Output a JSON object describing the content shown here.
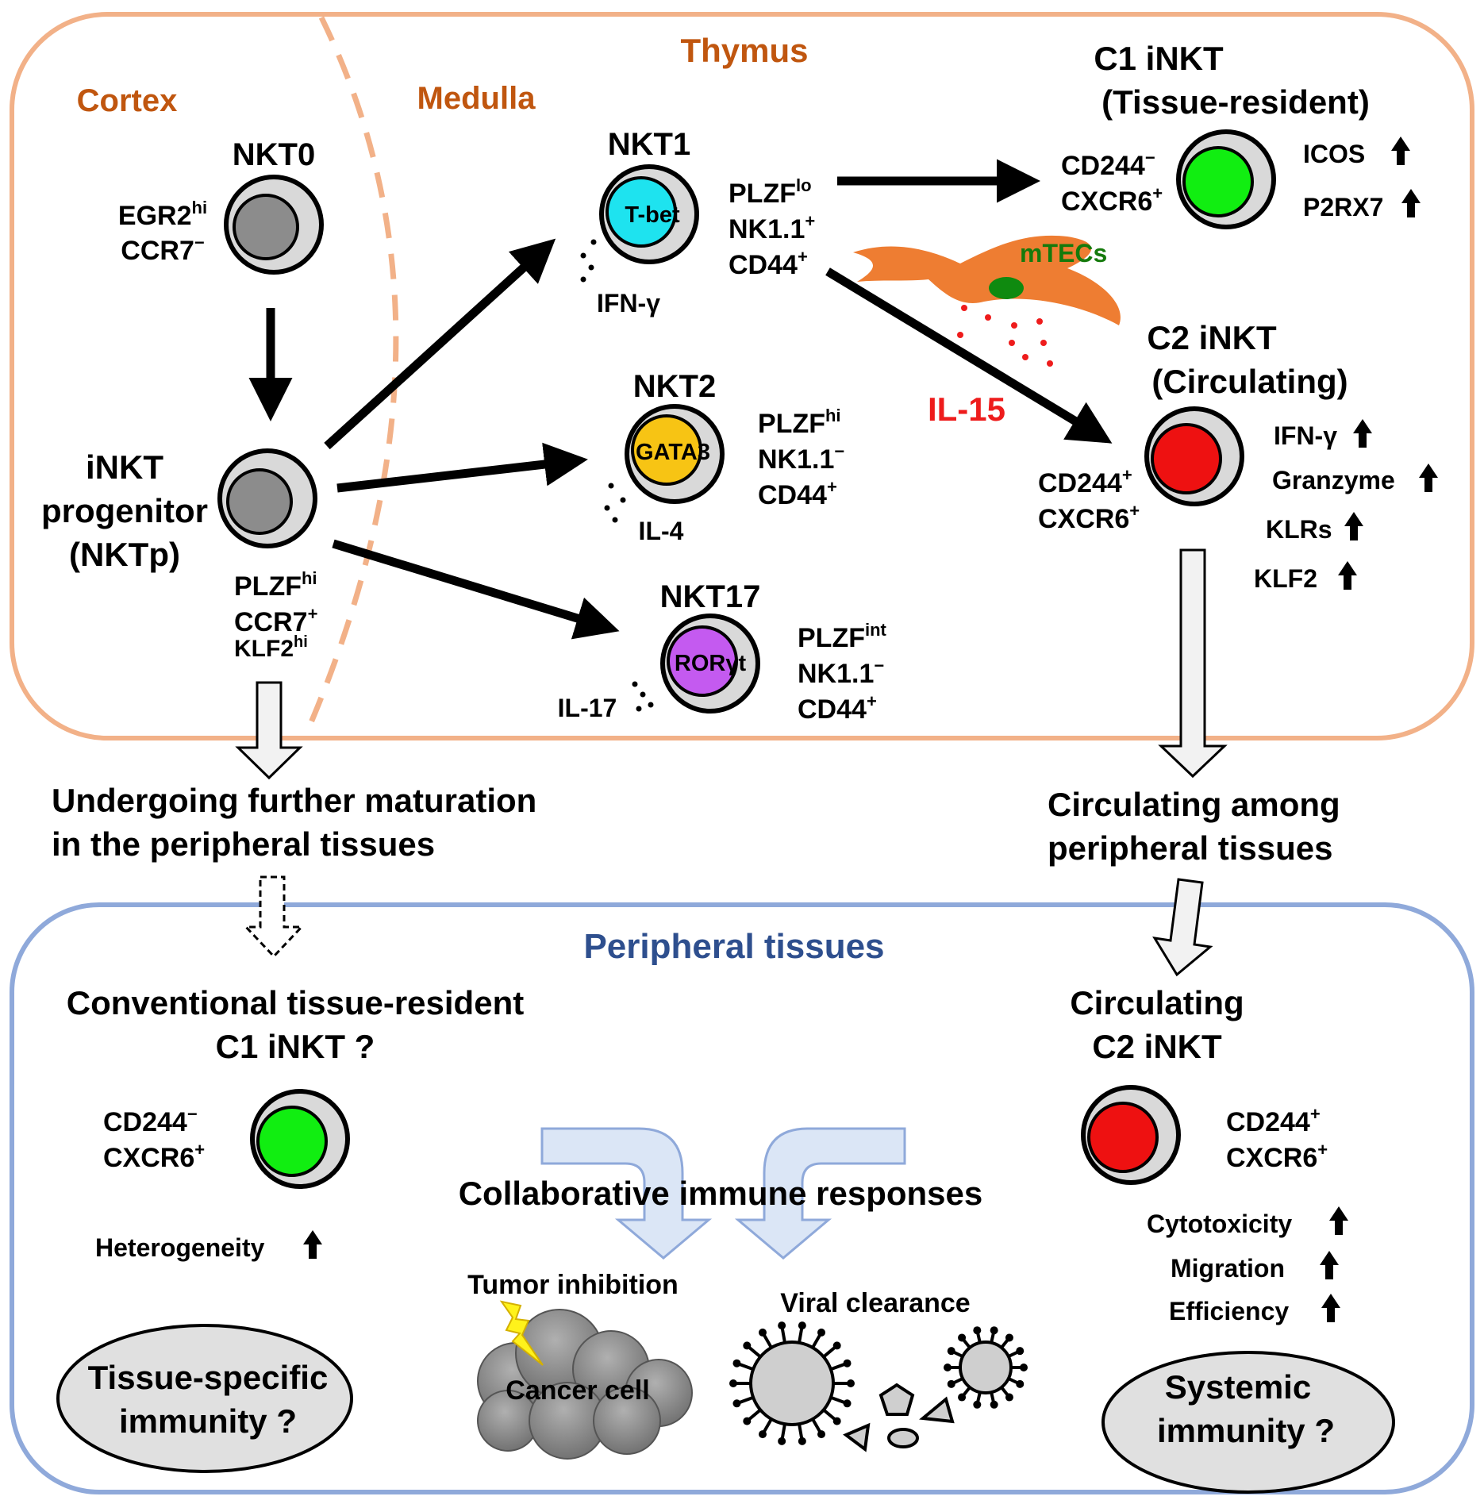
{
  "colors": {
    "thymus_border": "#f2b188",
    "thymus_label": "#c0560f",
    "peripheral_border": "#8fa9da",
    "peripheral_label": "#2e4f8e",
    "mtec_body": "#ee7d32",
    "mtec_nucleus": "#0f8a0f",
    "il15": "#ee1c1c",
    "nkt1_nucleus": "#1ee3ef",
    "nkt2_nucleus": "#f7c414",
    "nkt17_nucleus": "#c45af0",
    "c1_nucleus": "#11ee11",
    "c2_nucleus": "#ee1111",
    "precursor_nucleus": "#8c8c8c",
    "cell_shell": "#d9d9d9",
    "collab_arrow": "#dbe6f6"
  },
  "icons": [
    "up-arrow-icon",
    "lightning-icon",
    "cancer-cloud-icon",
    "virus-icon"
  ],
  "thymus": {
    "title": "Thymus",
    "cortex": "Cortex",
    "medulla": "Medulla"
  },
  "nkt0": {
    "name": "NKT0",
    "markers": [
      [
        "EGR2",
        "hi"
      ],
      [
        "CCR7",
        "−"
      ]
    ]
  },
  "progenitor": {
    "lines": [
      "iNKT",
      "progenitor",
      "(NKTp)"
    ],
    "markers": [
      [
        "PLZF",
        "hi"
      ],
      [
        "CCR7",
        "+"
      ],
      [
        "KLF2",
        "hi"
      ]
    ]
  },
  "nkt1": {
    "name": "NKT1",
    "tf": "T-bet",
    "cytokine": "IFN-γ",
    "markers": [
      [
        "PLZF",
        "lo"
      ],
      [
        "NK1.1",
        "+"
      ],
      [
        "CD44",
        "+"
      ]
    ]
  },
  "nkt2": {
    "name": "NKT2",
    "tf": "GATA3",
    "cytokine": "IL-4",
    "markers": [
      [
        "PLZF",
        "hi"
      ],
      [
        "NK1.1",
        "−"
      ],
      [
        "CD44",
        "+"
      ]
    ]
  },
  "nkt17": {
    "name": "NKT17",
    "tf": "RORγt",
    "cytokine": "IL-17",
    "markers": [
      [
        "PLZF",
        "int"
      ],
      [
        "NK1.1",
        "−"
      ],
      [
        "CD44",
        "+"
      ]
    ]
  },
  "mtecs": {
    "label": "mTECs",
    "cytokine": "IL-15"
  },
  "c1_thymus": {
    "title": [
      "C1 iNKT",
      "(Tissue-resident)"
    ],
    "markers": [
      [
        "CD244",
        "−"
      ],
      [
        "CXCR6",
        "+"
      ]
    ],
    "up": [
      "ICOS",
      "P2RX7"
    ]
  },
  "c2_thymus": {
    "title": [
      "C2 iNKT",
      "(Circulating)"
    ],
    "markers": [
      [
        "CD244",
        "+"
      ],
      [
        "CXCR6",
        "+"
      ]
    ],
    "up": [
      "IFN-γ",
      "Granzyme",
      "KLRs",
      "KLF2"
    ]
  },
  "transitions": {
    "maturation": [
      "Undergoing further maturation",
      "in the peripheral tissues"
    ],
    "circulating": [
      "Circulating among",
      "peripheral tissues"
    ]
  },
  "peripheral": {
    "title": "Peripheral tissues",
    "c1": {
      "title": [
        "Conventional tissue-resident",
        "C1 iNKT ?"
      ],
      "markers": [
        [
          "CD244",
          "−"
        ],
        [
          "CXCR6",
          "+"
        ]
      ],
      "up": [
        "Heterogeneity"
      ],
      "immunity": [
        "Tissue-specific",
        "immunity ?"
      ]
    },
    "c2": {
      "title": [
        "Circulating",
        "C2 iNKT"
      ],
      "markers": [
        [
          "CD244",
          "+"
        ],
        [
          "CXCR6",
          "+"
        ]
      ],
      "up": [
        "Cytotoxicity",
        "Migration",
        "Efficiency"
      ],
      "immunity": [
        "Systemic",
        "immunity ?"
      ]
    },
    "collaborative": "Collaborative immune responses",
    "tumor": "Tumor inhibition",
    "cancer": "Cancer cell",
    "viral": "Viral clearance"
  }
}
